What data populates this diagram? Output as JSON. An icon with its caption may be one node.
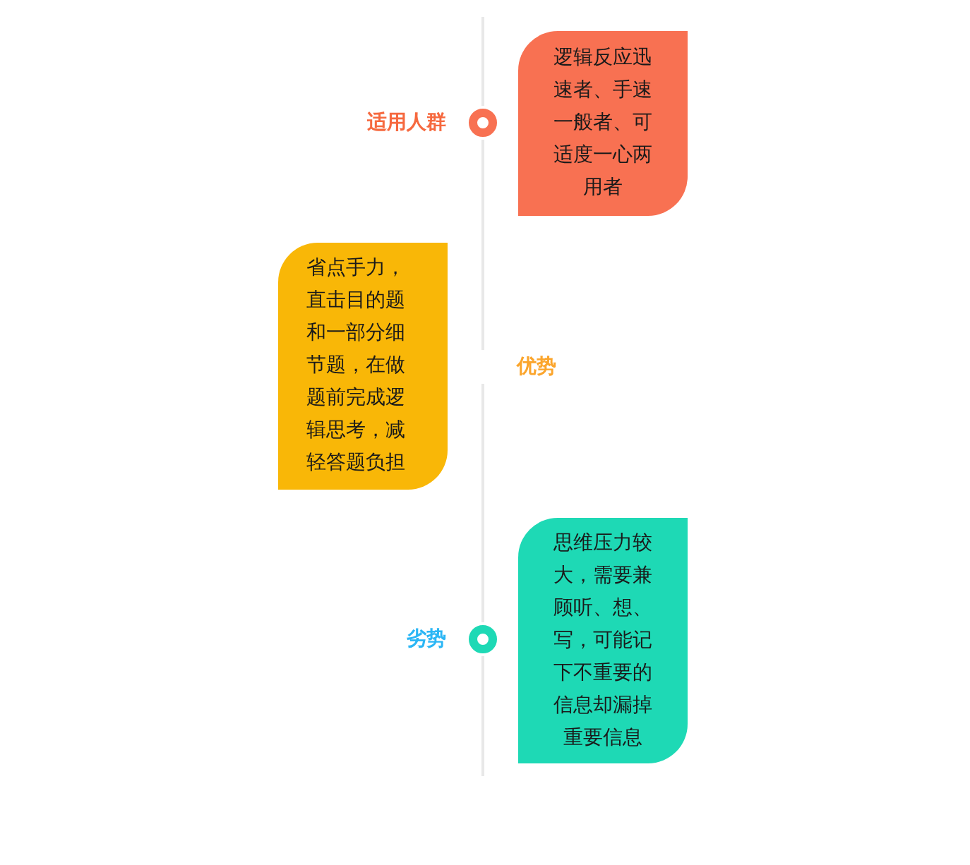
{
  "diagram": {
    "nodes": [
      {
        "text": [
          "逻辑反应迅速者、手速一般者、可适度一心两用者"
        ],
        "beside": [
          "适用人群"
        ]
      },
      {
        "text": [
          "省点手力，直击目的题和一部分细节题，在做题前完成逻辑思考，减轻答题负担"
        ],
        "beside": [
          "优势"
        ]
      },
      {
        "text": [
          "思维压力较大，需要兼顾听、想、写，可能记下不重要的信息却漏掉重要信息"
        ],
        "beside": [
          "劣势"
        ]
      }
    ],
    "edges": []
  }
}
